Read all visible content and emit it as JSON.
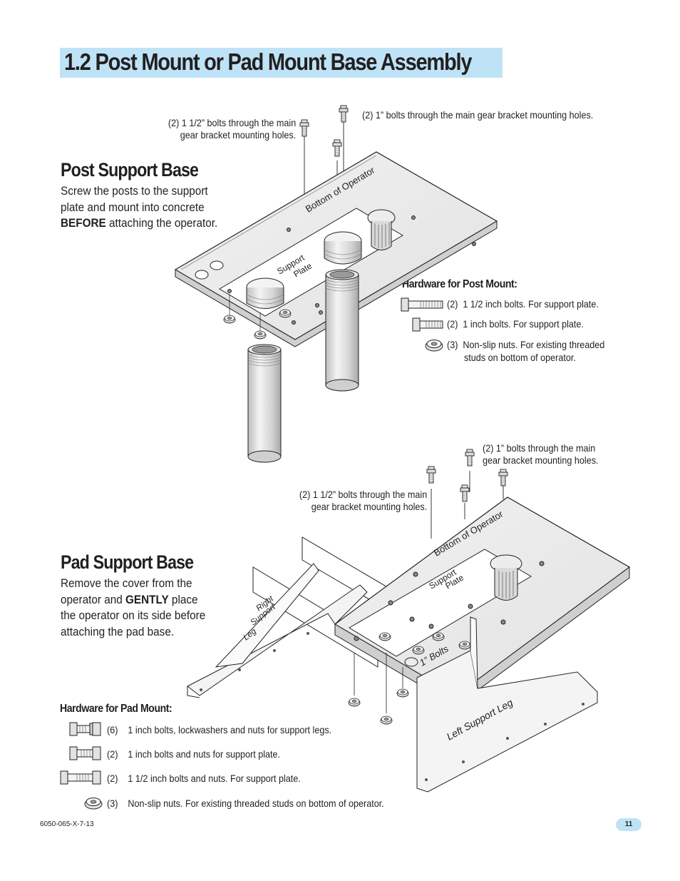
{
  "page": {
    "title": "1.2 Post Mount or Pad Mount Base Assembly",
    "footer_code": "6050-065-X-7-13",
    "page_number": "11"
  },
  "post": {
    "heading": "Post Support Base",
    "desc_line1": "Screw the posts to the support",
    "desc_line2": "plate and mount into concrete",
    "desc_bold": "BEFORE",
    "desc_line3_rest": " attaching the operator.",
    "callout_15_line1": "(2) 1 1/2” bolts through the main",
    "callout_15_line2": "gear bracket mounting holes.",
    "callout_1": "(2) 1” bolts through the main gear bracket mounting holes.",
    "diagram_bottom_label": "Bottom of Operator",
    "diagram_support_line1": "Support",
    "diagram_support_line2": "Plate",
    "hardware_title": "Hardware for Post Mount:",
    "hardware": [
      {
        "qty": "(2)",
        "desc_line1": "1 1/2 inch bolts. For support plate.",
        "desc_line2": ""
      },
      {
        "qty": "(2)",
        "desc_line1": "1 inch bolts. For support plate.",
        "desc_line2": ""
      },
      {
        "qty": "(3)",
        "desc_line1": "Non-slip nuts. For existing threaded",
        "desc_line2": "studs on bottom of operator."
      }
    ]
  },
  "pad": {
    "heading": "Pad Support Base",
    "desc_line1": "Remove the cover from the",
    "desc_line2_pre": "operator and ",
    "desc_bold": "GENTLY",
    "desc_line2_post": " place",
    "desc_line3": "the operator on its side before",
    "desc_line4": "attaching the pad base.",
    "callout_1_line1": "(2) 1” bolts through the main",
    "callout_1_line2": "gear bracket mounting holes.",
    "callout_15_line1": "(2) 1 1/2” bolts through the main",
    "callout_15_line2": "gear bracket mounting holes.",
    "diagram_bottom_label": "Bottom of Operator",
    "diagram_support_line1": "Support",
    "diagram_support_line2": "Plate",
    "right_leg_line1": "Right",
    "right_leg_line2": "Support",
    "right_leg_line3": "Leg",
    "left_leg": "Left Support Leg",
    "bolts_label": "1” Bolts",
    "hardware_title": "Hardware for Pad Mount:",
    "hardware": [
      {
        "qty": "(6)",
        "desc": "1 inch bolts, lockwashers and nuts for support legs."
      },
      {
        "qty": "(2)",
        "desc": "1 inch bolts and nuts for support plate."
      },
      {
        "qty": "(2)",
        "desc": "1 1/2 inch bolts and nuts. For support plate."
      },
      {
        "qty": "(3)",
        "desc": "Non-slip nuts. For existing threaded studs on bottom of operator."
      }
    ]
  }
}
